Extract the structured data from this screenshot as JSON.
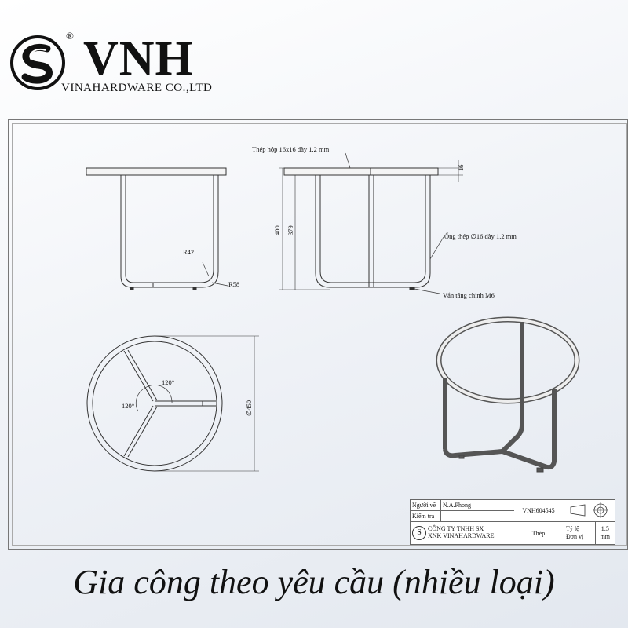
{
  "logo": {
    "brand": "VNH",
    "registered": "®",
    "company": "VINAHARDWARE CO.,LTD"
  },
  "annotations": {
    "top_tube": "Thép hộp 16x16 dày 1.2 mm",
    "thickness": "16",
    "height_total": "400",
    "height_leg": "379",
    "radius_inner": "R42",
    "radius_outer": "R58",
    "leg_tube": "Ống thép ∅16 dày 1.2 mm",
    "foot": "Vắn tăng chỉnh M6",
    "angle_1": "120°",
    "angle_2": "120°",
    "diameter": "∅450"
  },
  "title_block": {
    "drawn_by_label": "Người vẽ",
    "drawn_by": "N.A.Phong",
    "checked_label": "Kiểm tra",
    "code": "VNH604545",
    "company_line1": "CÔNG TY TNHH SX",
    "company_line2": "XNK VINAHARDWARE",
    "material": "Thép",
    "scale_label": "Tỷ lệ",
    "scale": "1:5",
    "unit_label": "Đơn vị",
    "unit": "mm"
  },
  "caption": "Gia công theo yêu cầu (nhiều loại)"
}
